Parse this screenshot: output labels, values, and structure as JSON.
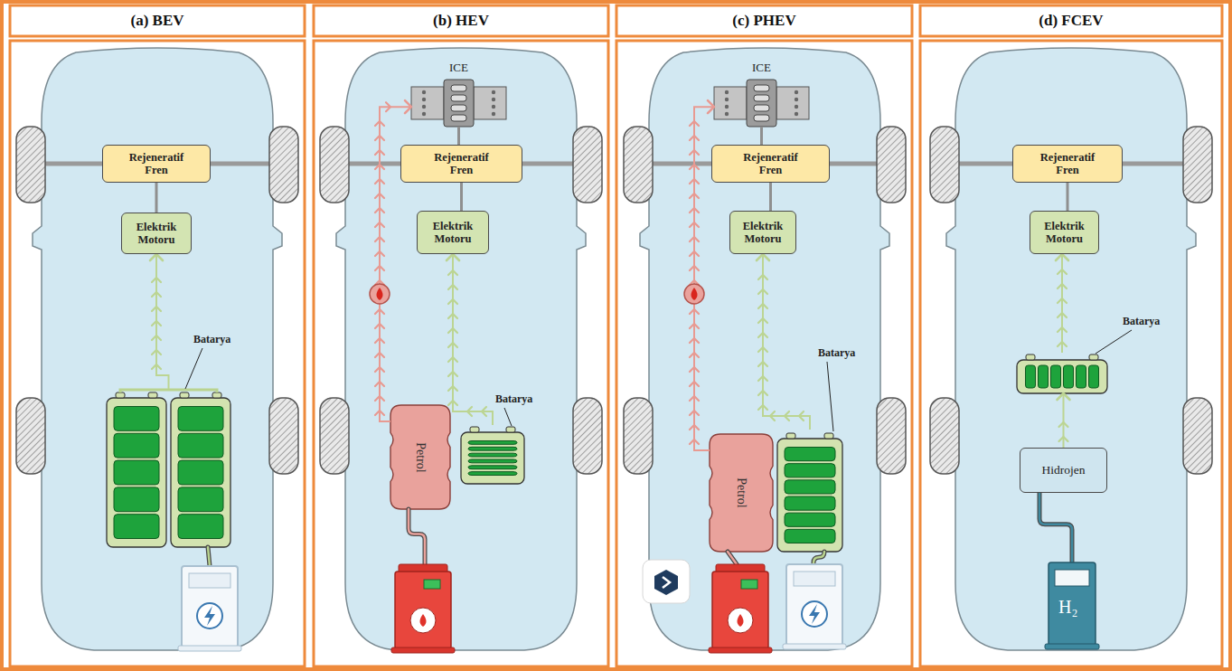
{
  "diagram": {
    "nodes": [
      {
        "text": [
          "(a) BEV"
        ]
      },
      {
        "text": [
          "Rejeneratif Fren"
        ],
        "in": 0
      },
      {
        "text": [
          "Elektrik Motoru"
        ],
        "in": 0
      },
      {
        "text": [
          "Batarya"
        ],
        "in": 0
      },
      {
        "text": [
          "(b) HEV"
        ]
      },
      {
        "text": [
          "ICE"
        ],
        "in": 4
      },
      {
        "text": [
          "Rejeneratif Fren"
        ],
        "in": 4
      },
      {
        "text": [
          "Elektrik Motoru"
        ],
        "in": 4
      },
      {
        "text": [
          "Petrol"
        ],
        "in": 4
      },
      {
        "text": [
          "Batarya"
        ],
        "in": 4
      },
      {
        "text": [
          "(c) PHEV"
        ]
      },
      {
        "text": [
          "ICE"
        ],
        "in": 10
      },
      {
        "text": [
          "Rejeneratif Fren"
        ],
        "in": 10
      },
      {
        "text": [
          "Elektrik Motoru"
        ],
        "in": 10
      },
      {
        "text": [
          "Petrol"
        ],
        "in": 10
      },
      {
        "text": [
          "Batarya"
        ],
        "in": 10
      },
      {
        "text": [
          "(d) FCEV"
        ]
      },
      {
        "text": [
          "Rejeneratif Fren"
        ],
        "in": 16
      },
      {
        "text": [
          "Elektrik Motoru"
        ],
        "in": 16
      },
      {
        "text": [
          "Batarya"
        ],
        "in": 16
      },
      {
        "text": [
          "Hidrojen"
        ],
        "in": 16
      }
    ],
    "edges": [
      {
        "from": 1,
        "to": 2,
        "arrow": "none"
      },
      {
        "from": 3,
        "to": 2,
        "arrow": "to"
      },
      {
        "from": 5,
        "to": 6,
        "arrow": "none"
      },
      {
        "from": 6,
        "to": 7,
        "arrow": "none"
      },
      {
        "from": 8,
        "to": 5,
        "arrow": "to"
      },
      {
        "from": 9,
        "to": 7,
        "arrow": "to"
      },
      {
        "from": 11,
        "to": 12,
        "arrow": "none"
      },
      {
        "from": 12,
        "to": 13,
        "arrow": "none"
      },
      {
        "from": 14,
        "to": 11,
        "arrow": "to"
      },
      {
        "from": 15,
        "to": 13,
        "arrow": "to"
      },
      {
        "from": 17,
        "to": 18,
        "arrow": "none"
      },
      {
        "from": 20,
        "to": 19,
        "arrow": "to"
      },
      {
        "from": 19,
        "to": 18,
        "arrow": "to"
      }
    ],
    "labels": [
      "H₂"
    ]
  }
}
